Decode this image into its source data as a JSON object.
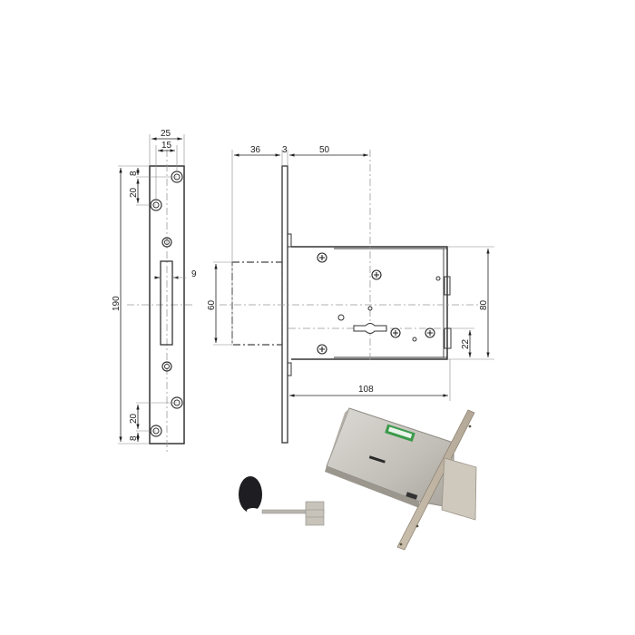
{
  "drawing": {
    "subject": "mortise deadbolt lock technical drawing",
    "strike_plate": {
      "width": "25",
      "hole_offset": "15",
      "top_hole_from_edge": "8",
      "hole_spacing_top": "20",
      "slot_width": "9",
      "height": "190",
      "hole_spacing_bottom": "20",
      "bottom_hole_from_edge": "8"
    },
    "lock_body": {
      "backset_dim": "36",
      "faceplate_thickness": "3",
      "case_to_key_center": "50",
      "bolt_height": "60",
      "case_height": "80",
      "bolt_offset": "22",
      "case_depth": "108"
    }
  },
  "colors": {
    "line": "#333333",
    "dim": "#222222",
    "centerline": "#888888",
    "lock_metal": "#c9c6bf",
    "label_green": "#3a9a4a",
    "key_head": "#1e1e22"
  }
}
